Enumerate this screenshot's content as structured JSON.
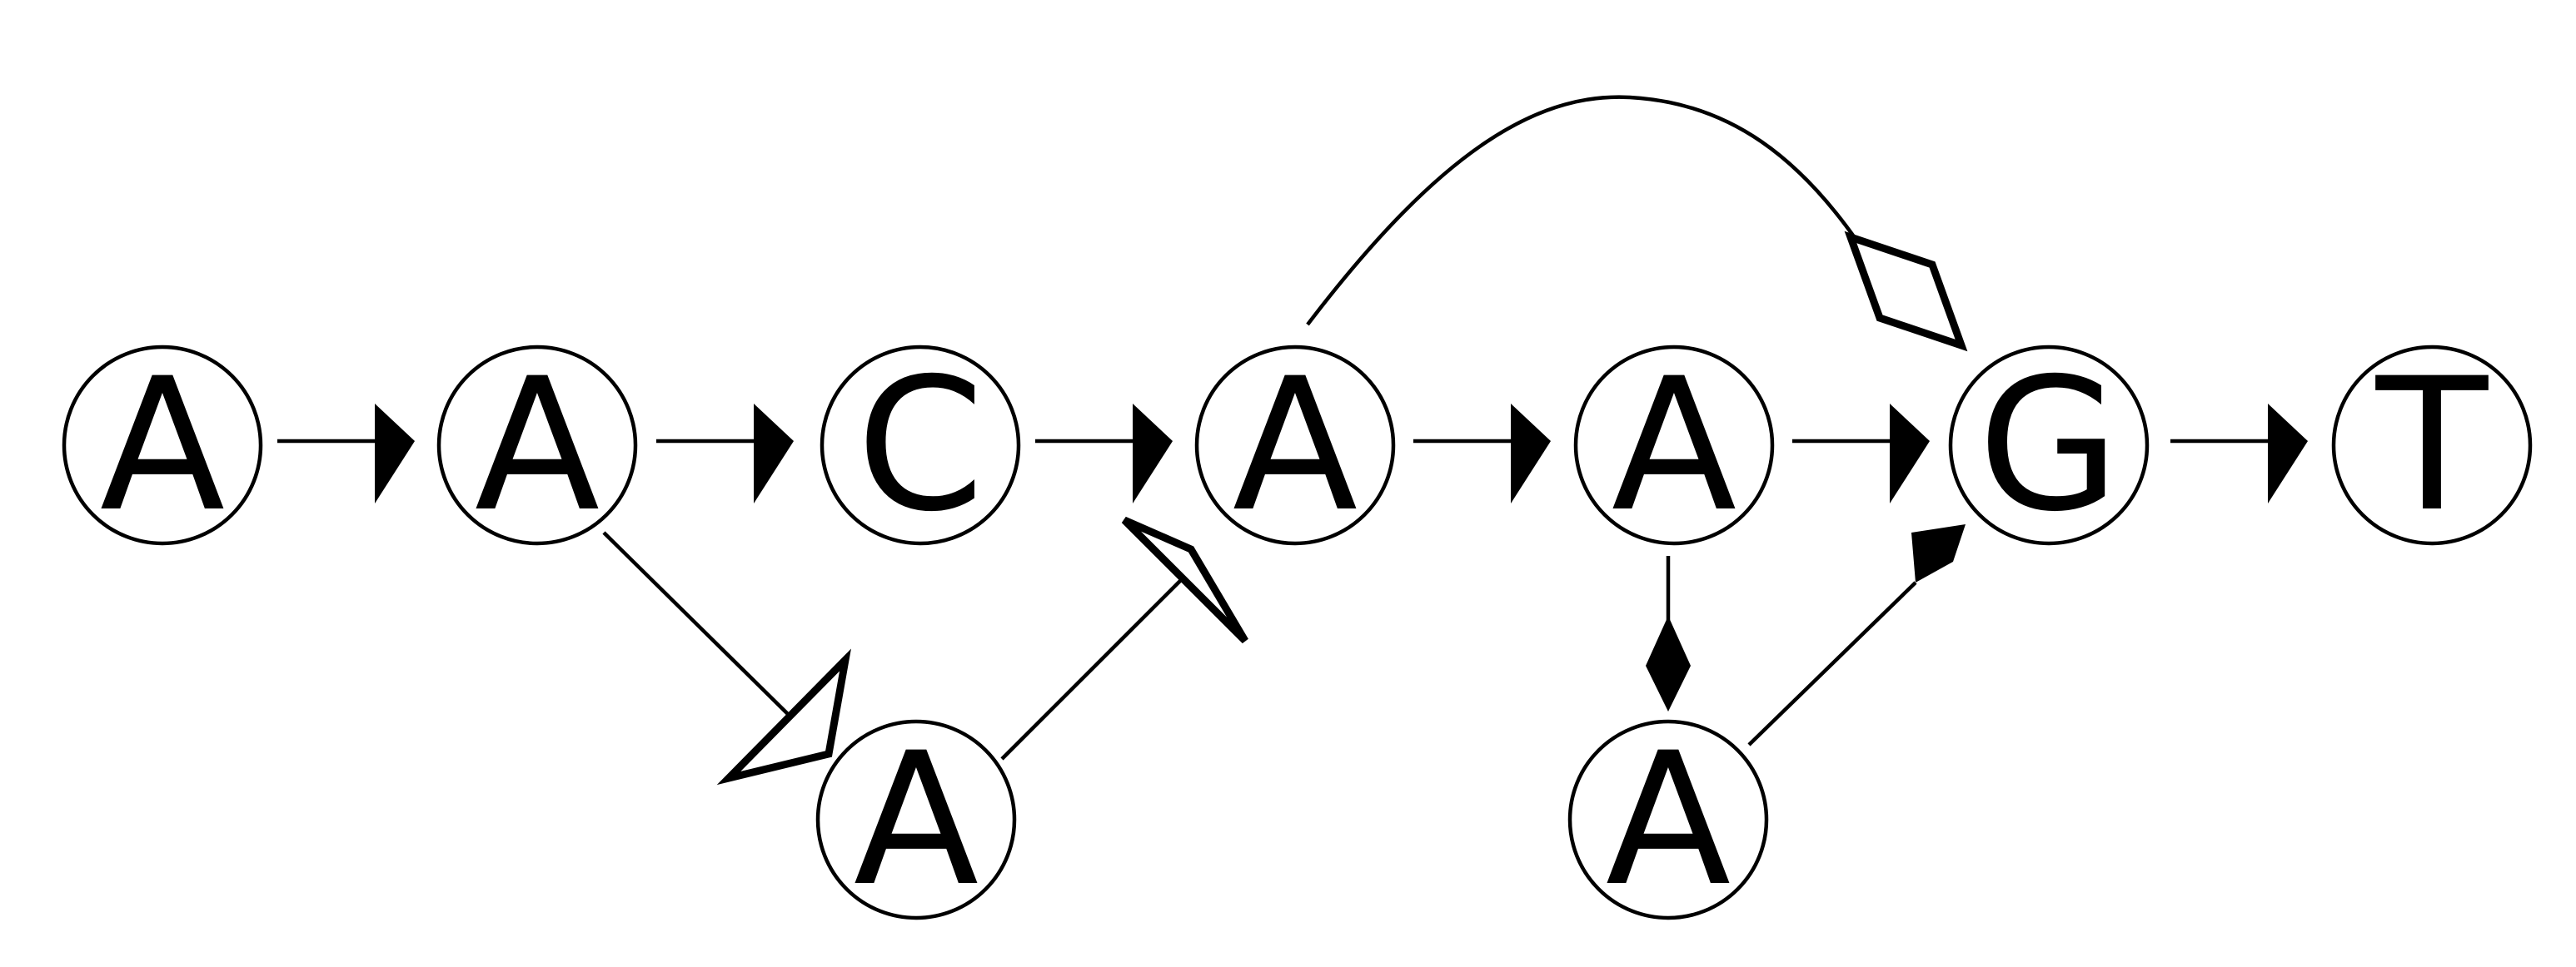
{
  "diagram": {
    "nodes": [
      {
        "id": "n1",
        "label": "A"
      },
      {
        "id": "n2",
        "label": "A"
      },
      {
        "id": "n3",
        "label": "C"
      },
      {
        "id": "n4",
        "label": "A"
      },
      {
        "id": "n5",
        "label": "A"
      },
      {
        "id": "n6",
        "label": "G"
      },
      {
        "id": "n7",
        "label": "T"
      },
      {
        "id": "n8",
        "label": "A"
      },
      {
        "id": "n9",
        "label": "A"
      }
    ],
    "edges": [
      {
        "id": "e1",
        "from": "n1",
        "to": "n2",
        "arrowhead": "filled-triangle"
      },
      {
        "id": "e2",
        "from": "n2",
        "to": "n3",
        "arrowhead": "filled-triangle"
      },
      {
        "id": "e3",
        "from": "n3",
        "to": "n4",
        "arrowhead": "filled-triangle"
      },
      {
        "id": "e4",
        "from": "n4",
        "to": "n5",
        "arrowhead": "filled-triangle"
      },
      {
        "id": "e5",
        "from": "n5",
        "to": "n6",
        "arrowhead": "filled-triangle"
      },
      {
        "id": "e6",
        "from": "n6",
        "to": "n7",
        "arrowhead": "filled-triangle"
      },
      {
        "id": "e7",
        "from": "n2",
        "to": "n8",
        "arrowhead": "open-triangle"
      },
      {
        "id": "e8",
        "from": "n8",
        "to": "n4",
        "arrowhead": "open-triangle"
      },
      {
        "id": "e9",
        "from": "n4",
        "to": "n6",
        "arrowhead": "open-diamond"
      },
      {
        "id": "e10",
        "from": "n5",
        "to": "n9",
        "arrowhead": "filled-diamond"
      },
      {
        "id": "e11",
        "from": "n9",
        "to": "n6",
        "arrowhead": "filled-diamond"
      }
    ]
  }
}
